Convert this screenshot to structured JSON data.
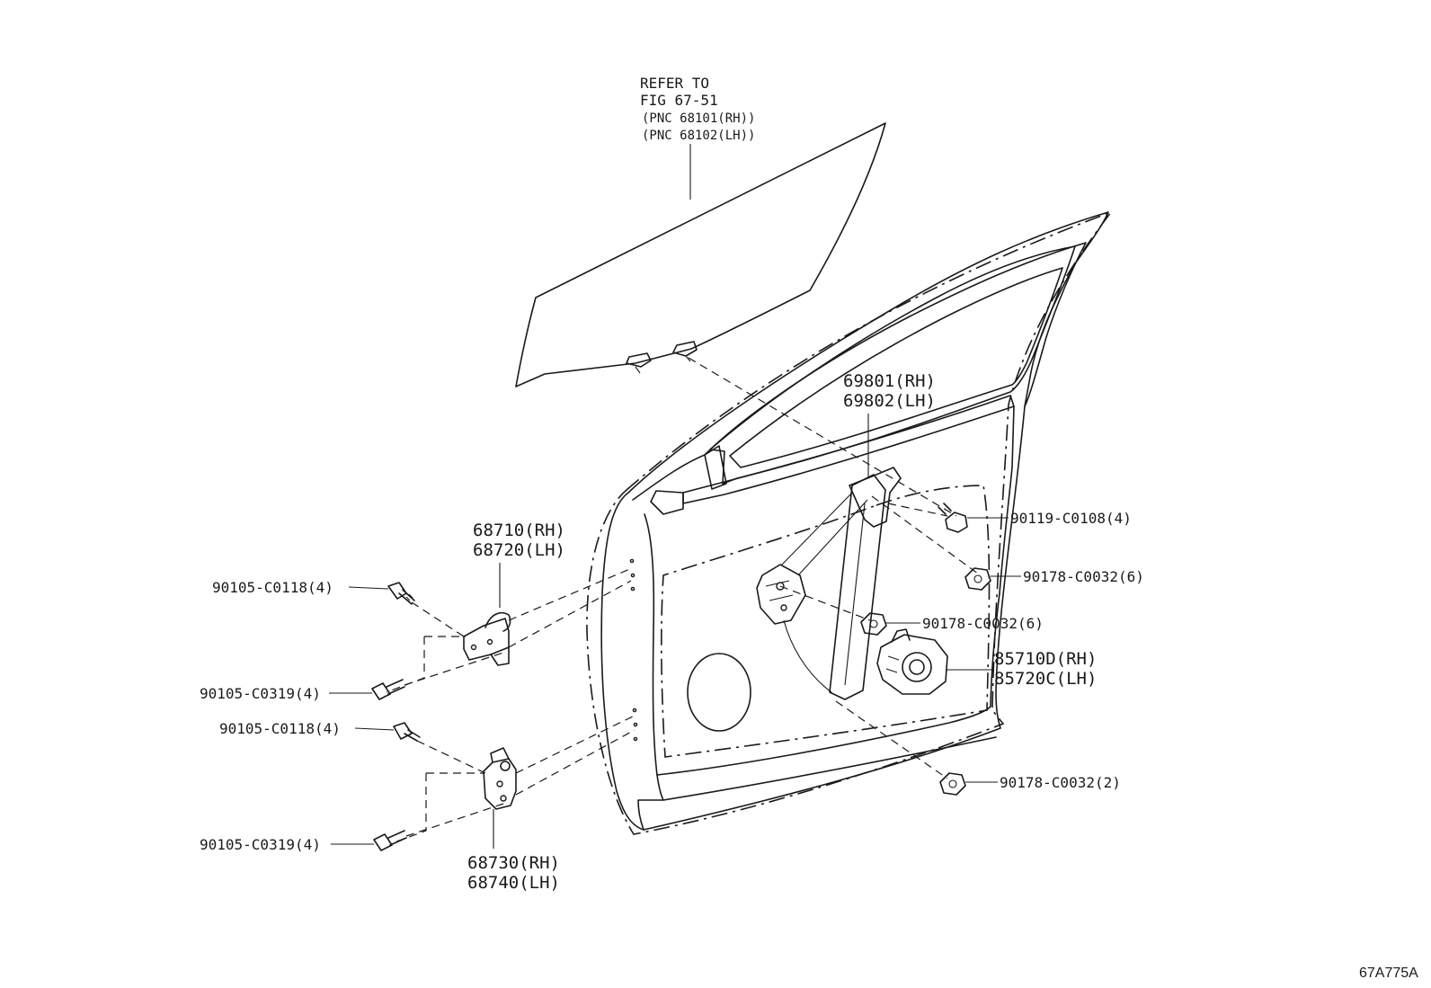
{
  "glass_reference": {
    "line1": "REFER TO",
    "line2": "FIG 67-51",
    "line3": "(PNC 68101(RH))",
    "line4": "(PNC 68102(LH))"
  },
  "parts": {
    "regulator_rh": "69801(RH)",
    "regulator_lh": "69802(LH)",
    "upper_hinge_rh": "68710(RH)",
    "upper_hinge_lh": "68720(LH)",
    "lower_hinge_rh": "68730(RH)",
    "lower_hinge_lh": "68740(LH)",
    "motor_rh": "85710D(RH)",
    "motor_lh": "85720C(LH)"
  },
  "fasteners": {
    "upper_hinge_bolt_top": "90105-C0118(4)",
    "upper_hinge_bolt_bottom": "90105-C0319(4)",
    "lower_hinge_bolt_top": "90105-C0118(4)",
    "lower_hinge_bolt_bottom": "90105-C0319(4)",
    "regulator_bolt": "90119-C0108(4)",
    "regulator_nut_right": "90178-C0032(6)",
    "regulator_nut_center": "90178-C0032(6)",
    "regulator_nut_bottom": "90178-C0032(2)"
  },
  "figure_code": "67A775A"
}
